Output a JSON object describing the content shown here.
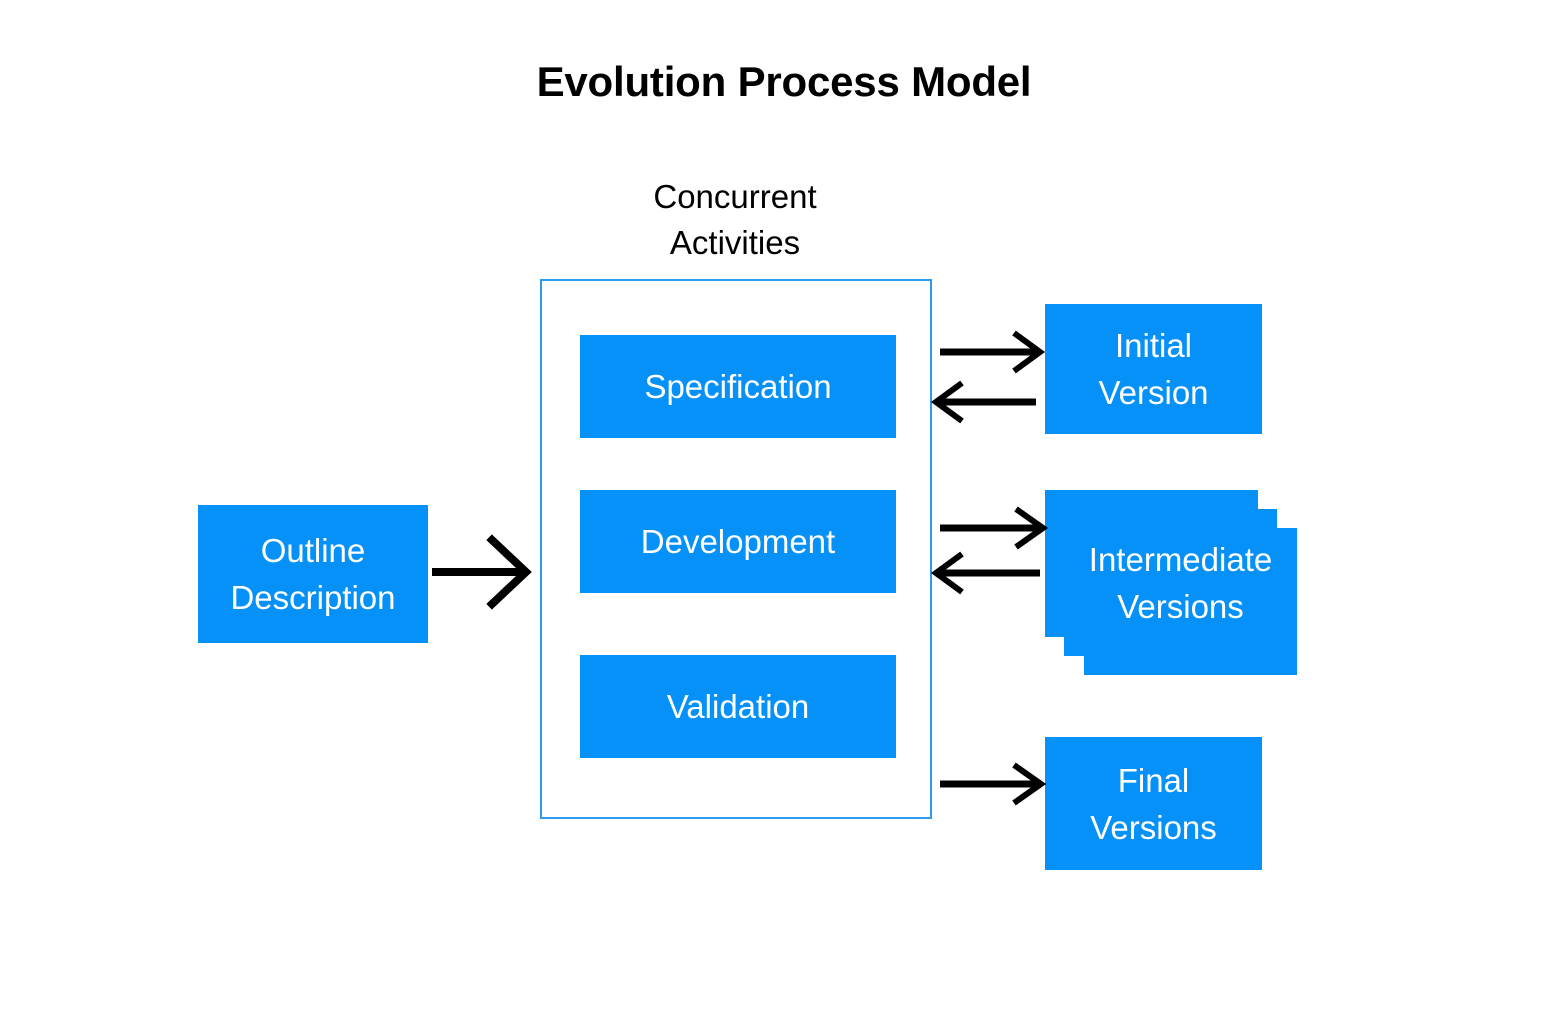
{
  "diagram": {
    "title": "Evolution Process Model",
    "caption": {
      "line1": "Concurrent",
      "line2": "Activities"
    },
    "colors": {
      "box_fill": "#0591f8",
      "box_text": "#ffffff",
      "container_border": "#2b9bf4",
      "arrow": "#000000",
      "background": "#ffffff"
    },
    "input": {
      "label_line1": "Outline",
      "label_line2": "Description"
    },
    "activities": [
      {
        "label": "Specification"
      },
      {
        "label": "Development"
      },
      {
        "label": "Validation"
      }
    ],
    "outputs": [
      {
        "label_line1": "Initial",
        "label_line2": "Version",
        "shape": "single-rectangle",
        "connection": "bidirectional"
      },
      {
        "label_line1": "Intermediate",
        "label_line2": "Versions",
        "shape": "stacked-rectangles",
        "connection": "bidirectional"
      },
      {
        "label_line1": "Final",
        "label_line2": "Versions",
        "shape": "single-rectangle",
        "connection": "outgoing"
      }
    ],
    "arrows": [
      {
        "name": "outline-to-activities",
        "direction": "right"
      },
      {
        "name": "specification-to-initial-version",
        "direction": "right"
      },
      {
        "name": "initial-version-to-specification",
        "direction": "left"
      },
      {
        "name": "development-to-intermediate-versions",
        "direction": "right"
      },
      {
        "name": "intermediate-versions-to-development",
        "direction": "left"
      },
      {
        "name": "activities-to-final-versions",
        "direction": "right"
      }
    ]
  }
}
